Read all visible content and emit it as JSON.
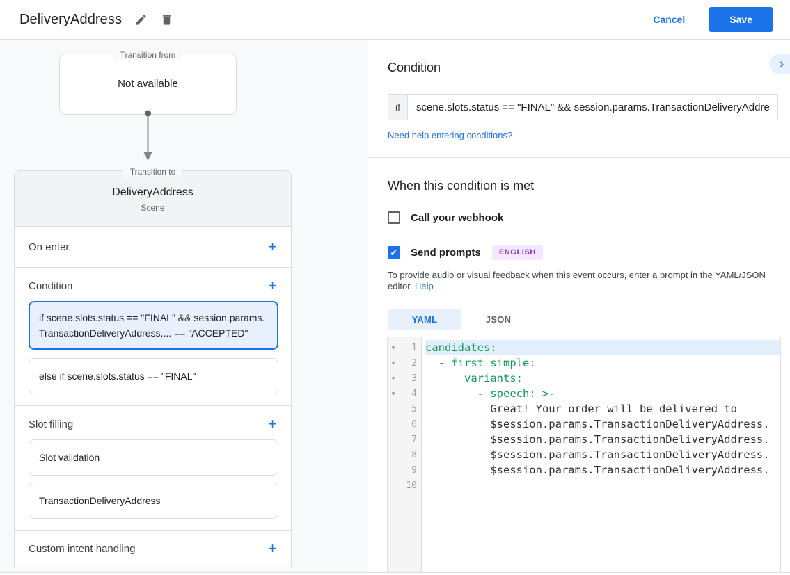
{
  "colors": {
    "accent_blue": "#1a73e8",
    "selected_bg": "#e8f0fe",
    "code_green": "#0f9d58",
    "badge_purple_bg": "#f3e8fd",
    "badge_purple_text": "#8430ce",
    "canvas_bg": "#f8f9fa"
  },
  "header": {
    "title": "DeliveryAddress",
    "cancel_label": "Cancel",
    "save_label": "Save"
  },
  "flow": {
    "from_label": "Transition from",
    "from_value": "Not available",
    "to_label": "Transition to",
    "scene_name": "DeliveryAddress",
    "scene_type": "Scene",
    "sections": {
      "on_enter": "On enter",
      "condition": "Condition",
      "slot_filling": "Slot filling",
      "custom_intent": "Custom intent handling"
    },
    "conditions": [
      {
        "text": "if scene.slots.status == \"FINAL\" && session.params.TransactionDeliveryAddress.... == \"ACCEPTED\""
      },
      {
        "text": "else if scene.slots.status == \"FINAL\""
      }
    ],
    "slots": [
      {
        "label": "Slot validation"
      },
      {
        "label": "TransactionDeliveryAddress"
      }
    ]
  },
  "panel": {
    "condition_title": "Condition",
    "collapse_icon": "›",
    "if_label": "if",
    "if_value": "scene.slots.status == \"FINAL\" && session.params.TransactionDeliveryAddress",
    "help_link": "Need help entering conditions?",
    "when_title": "When this condition is met",
    "webhook_label": "Call your webhook",
    "prompts_label": "Send prompts",
    "prompts_check": "✓",
    "language_badge": "ENGLISH",
    "description": "To provide audio or visual feedback when this event occurs, enter a prompt in the YAML/JSON editor. ",
    "description_link": "Help",
    "tabs": [
      {
        "label": "YAML"
      },
      {
        "label": "JSON"
      }
    ],
    "editor": {
      "lines": [
        {
          "n": "1",
          "fold_icon": "▾",
          "plain": "",
          "key": "candidates:",
          "text": ""
        },
        {
          "n": "2",
          "fold_icon": "▾",
          "plain": "  - ",
          "key": "first_simple:",
          "text": ""
        },
        {
          "n": "3",
          "fold_icon": "▾",
          "plain": "      ",
          "key": "variants:",
          "text": ""
        },
        {
          "n": "4",
          "fold_icon": "▾",
          "plain": "        - ",
          "key": "speech: >-",
          "text": ""
        },
        {
          "n": "5",
          "fold_icon": "",
          "plain": "",
          "key": "",
          "text": "          Great! Your order will be delivered to"
        },
        {
          "n": "6",
          "fold_icon": "",
          "plain": "",
          "key": "",
          "text": "          $session.params.TransactionDeliveryAddress."
        },
        {
          "n": "7",
          "fold_icon": "",
          "plain": "",
          "key": "",
          "text": "          $session.params.TransactionDeliveryAddress."
        },
        {
          "n": "8",
          "fold_icon": "",
          "plain": "",
          "key": "",
          "text": "          $session.params.TransactionDeliveryAddress."
        },
        {
          "n": "9",
          "fold_icon": "",
          "plain": "",
          "key": "",
          "text": "          $session.params.TransactionDeliveryAddress."
        },
        {
          "n": "10",
          "fold_icon": "",
          "plain": "",
          "key": "",
          "text": ""
        }
      ]
    }
  }
}
